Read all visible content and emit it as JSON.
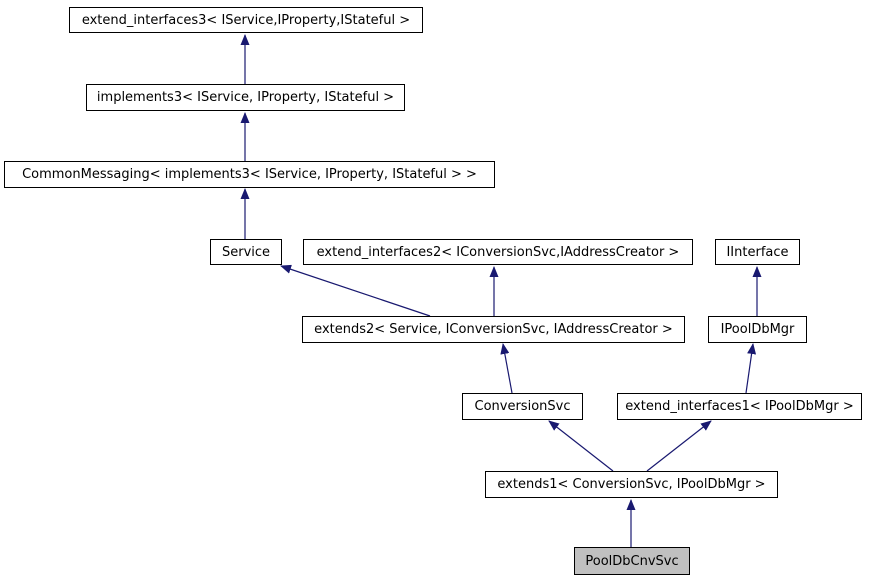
{
  "diagram": {
    "kind": "class-inheritance-graph",
    "selected_node": "PoolDbCnvSvc",
    "colors": {
      "edge": "#191970",
      "node_border": "#000000",
      "node_background": "#ffffff",
      "selected_node_background": "#c0c0c0",
      "page_background": "#ffffff",
      "text": "#000000"
    },
    "nodes": [
      {
        "id": "extend_interfaces3",
        "label": "extend_interfaces3< IService,IProperty,IStateful >"
      },
      {
        "id": "implements3",
        "label": "implements3< IService, IProperty, IStateful >"
      },
      {
        "id": "CommonMessaging",
        "label": "CommonMessaging< implements3< IService, IProperty, IStateful > >"
      },
      {
        "id": "Service",
        "label": "Service"
      },
      {
        "id": "extend_interfaces2",
        "label": "extend_interfaces2< IConversionSvc,IAddressCreator >"
      },
      {
        "id": "IInterface",
        "label": "IInterface"
      },
      {
        "id": "extends2",
        "label": "extends2< Service, IConversionSvc, IAddressCreator >"
      },
      {
        "id": "IPoolDbMgr",
        "label": "IPoolDbMgr"
      },
      {
        "id": "ConversionSvc",
        "label": "ConversionSvc"
      },
      {
        "id": "extend_interfaces1",
        "label": "extend_interfaces1< IPoolDbMgr >"
      },
      {
        "id": "extends1",
        "label": "extends1< ConversionSvc, IPoolDbMgr >"
      },
      {
        "id": "PoolDbCnvSvc",
        "label": "PoolDbCnvSvc"
      }
    ],
    "edges": [
      {
        "from": "implements3",
        "to": "extend_interfaces3"
      },
      {
        "from": "CommonMessaging",
        "to": "implements3"
      },
      {
        "from": "Service",
        "to": "CommonMessaging"
      },
      {
        "from": "extends2",
        "to": "Service"
      },
      {
        "from": "extends2",
        "to": "extend_interfaces2"
      },
      {
        "from": "IPoolDbMgr",
        "to": "IInterface"
      },
      {
        "from": "extend_interfaces1",
        "to": "IPoolDbMgr"
      },
      {
        "from": "ConversionSvc",
        "to": "extends2"
      },
      {
        "from": "extends1",
        "to": "ConversionSvc"
      },
      {
        "from": "extends1",
        "to": "extend_interfaces1"
      },
      {
        "from": "PoolDbCnvSvc",
        "to": "extends1"
      }
    ]
  }
}
